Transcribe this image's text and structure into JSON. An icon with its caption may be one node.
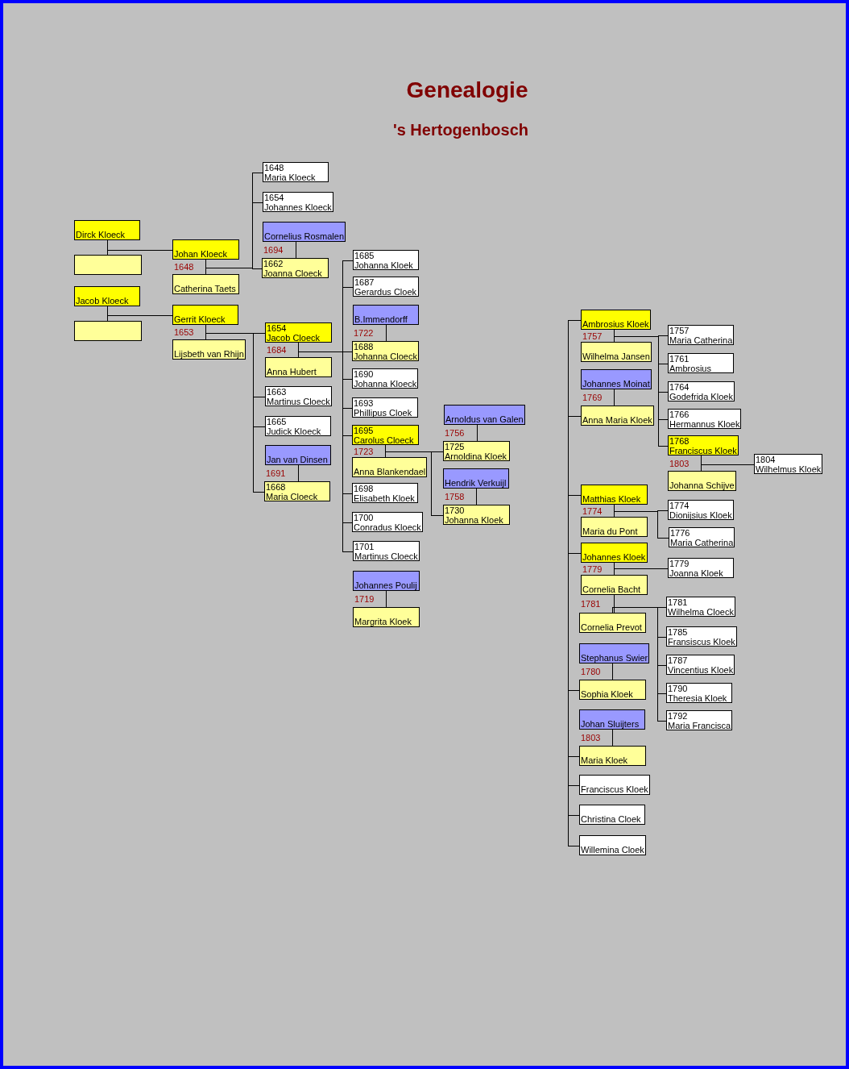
{
  "diagram": {
    "title": "Genealogie",
    "nodes": [
      {
        "text": [
          "Dirck Kloeck"
        ]
      },
      {
        "text": [],
        "shape": "box"
      },
      {
        "text": [
          "Johan Kloeck"
        ]
      },
      {
        "text": [
          "Catherina Taets"
        ]
      },
      {
        "text": [
          "Jacob Kloeck"
        ]
      },
      {
        "text": [],
        "shape": "box"
      },
      {
        "text": [
          "Gerrit Kloeck"
        ]
      },
      {
        "text": [
          "Lijsbeth van Rhijn"
        ]
      },
      {
        "text": [
          "1648",
          "Maria Kloeck"
        ]
      },
      {
        "text": [
          "1654",
          "Johannes Kloeck"
        ]
      },
      {
        "text": [
          "Cornelius Rosmalen"
        ]
      },
      {
        "text": [
          "1662",
          "Joanna Cloeck"
        ]
      },
      {
        "text": [
          "1654",
          "Jacob Cloeck"
        ]
      },
      {
        "text": [
          "Anna Hubert"
        ]
      },
      {
        "text": [
          "1663",
          "Martinus Cloeck"
        ]
      },
      {
        "text": [
          "1665",
          "Judick Kloeck"
        ]
      },
      {
        "text": [
          "Jan van Dinsen"
        ]
      },
      {
        "text": [
          "1668",
          "Maria Cloeck"
        ]
      },
      {
        "text": [
          "1685",
          "Johanna Kloek"
        ]
      },
      {
        "text": [
          "1687",
          "Gerardus Cloek"
        ]
      },
      {
        "text": [
          "B.Immendorff"
        ]
      },
      {
        "text": [
          "1688",
          "Johanna Cloeck"
        ]
      },
      {
        "text": [
          "1690",
          "Johanna Kloeck"
        ]
      },
      {
        "text": [
          "1693",
          "Phillipus Cloek"
        ]
      },
      {
        "text": [
          "1695",
          "Carolus Cloeck"
        ]
      },
      {
        "text": [
          "Anna Blankendael"
        ]
      },
      {
        "text": [
          "1698",
          "Elisabeth Kloek"
        ]
      },
      {
        "text": [
          "1700",
          "Conradus Kloeck"
        ]
      },
      {
        "text": [
          "1701",
          "Martinus Cloeck"
        ]
      },
      {
        "text": [
          "Johannes Poulij"
        ]
      },
      {
        "text": [
          "Margrita Kloek"
        ]
      },
      {
        "text": [
          "Arnoldus van Galen"
        ]
      },
      {
        "text": [
          "1725",
          "Arnoldina Kloek"
        ]
      },
      {
        "text": [
          "Hendrik Verkuijl"
        ]
      },
      {
        "text": [
          "1730",
          "Johanna Kloek"
        ]
      },
      {
        "text": [
          "Ambrosius Kloek"
        ]
      },
      {
        "text": [
          "Wilhelma Jansen"
        ]
      },
      {
        "text": [
          "Johannes Moinat"
        ]
      },
      {
        "text": [
          "Anna Maria Kloek"
        ]
      },
      {
        "text": [
          "1757",
          "Maria Catherina"
        ]
      },
      {
        "text": [
          "1761",
          "Ambrosius"
        ]
      },
      {
        "text": [
          "1764",
          "Godefrida Kloek"
        ]
      },
      {
        "text": [
          "1766",
          "Hermannus Kloek"
        ]
      },
      {
        "text": [
          "1768",
          "Franciscus Kloek"
        ]
      },
      {
        "text": [
          "Johanna Schijve"
        ]
      },
      {
        "text": [
          "1804",
          "Wilhelmus Kloek"
        ]
      },
      {
        "text": [
          "Matthias Kloek"
        ]
      },
      {
        "text": [
          "Maria du Pont"
        ]
      },
      {
        "text": [
          "1774",
          "Dionijsius Kloek"
        ]
      },
      {
        "text": [
          "1776",
          "Maria Catherina"
        ]
      },
      {
        "text": [
          "Johannes Kloek"
        ]
      },
      {
        "text": [
          "Cornelia Bacht"
        ]
      },
      {
        "text": [
          "1779",
          "Joanna Kloek"
        ]
      },
      {
        "text": [
          "Cornelia Prevot"
        ]
      },
      {
        "text": [
          "1781",
          "Wilhelma Cloeck"
        ]
      },
      {
        "text": [
          "1785",
          "Fransiscus Kloek"
        ]
      },
      {
        "text": [
          "1787",
          "Vincentius Kloek"
        ]
      },
      {
        "text": [
          "1790",
          "Theresia Kloek"
        ]
      },
      {
        "text": [
          "1792",
          "Maria Francisca"
        ]
      },
      {
        "text": [
          "Stephanus Swier"
        ]
      },
      {
        "text": [
          "Sophia Kloek"
        ]
      },
      {
        "text": [
          "Johan Sluijters"
        ]
      },
      {
        "text": [
          "Maria Kloek"
        ]
      },
      {
        "text": [
          "Franciscus Kloek"
        ]
      },
      {
        "text": [
          "Christina Cloek"
        ]
      },
      {
        "text": [
          "Willemina Cloek"
        ]
      }
    ],
    "edges": [
      {
        "from": 0,
        "to": 1,
        "arrow": "none"
      },
      {
        "from": 2,
        "to": 3,
        "arrow": "none",
        "label": "1648"
      },
      {
        "from": 4,
        "to": 5,
        "arrow": "none"
      },
      {
        "from": 6,
        "to": 7,
        "arrow": "none",
        "label": "1653"
      },
      {
        "from": 10,
        "to": 11,
        "arrow": "none",
        "label": "1694"
      },
      {
        "from": 12,
        "to": 13,
        "arrow": "none",
        "label": "1684"
      },
      {
        "from": 16,
        "to": 17,
        "arrow": "none",
        "label": "1691"
      },
      {
        "from": 20,
        "to": 21,
        "arrow": "none",
        "label": "1722"
      },
      {
        "from": 24,
        "to": 25,
        "arrow": "none",
        "label": "1723"
      },
      {
        "from": 29,
        "to": 30,
        "arrow": "none",
        "label": "1719"
      },
      {
        "from": 31,
        "to": 32,
        "arrow": "none",
        "label": "1756"
      },
      {
        "from": 33,
        "to": 34,
        "arrow": "none",
        "label": "1758"
      },
      {
        "from": 35,
        "to": 36,
        "arrow": "none",
        "label": "1757"
      },
      {
        "from": 37,
        "to": 38,
        "arrow": "none",
        "label": "1769"
      },
      {
        "from": 43,
        "to": 44,
        "arrow": "none",
        "label": "1803"
      },
      {
        "from": 46,
        "to": 47,
        "arrow": "none",
        "label": "1774"
      },
      {
        "from": 50,
        "to": 51,
        "arrow": "none",
        "label": "1779"
      },
      {
        "from": 51,
        "to": 53,
        "arrow": "none",
        "label": "1781"
      },
      {
        "from": 59,
        "to": 60,
        "arrow": "none",
        "label": "1780"
      },
      {
        "from": 61,
        "to": 62,
        "arrow": "none",
        "label": "1803"
      },
      {
        "from": 0,
        "to": 2,
        "arrow": "none"
      },
      {
        "from": 4,
        "to": 6,
        "arrow": "none"
      },
      {
        "from": 2,
        "to": 8,
        "arrow": "none"
      },
      {
        "from": 2,
        "to": 9,
        "arrow": "none"
      },
      {
        "from": 2,
        "to": 11,
        "arrow": "none"
      },
      {
        "from": 6,
        "to": 12,
        "arrow": "none"
      },
      {
        "from": 6,
        "to": 14,
        "arrow": "none"
      },
      {
        "from": 6,
        "to": 15,
        "arrow": "none"
      },
      {
        "from": 6,
        "to": 17,
        "arrow": "none"
      },
      {
        "from": 12,
        "to": 18,
        "arrow": "none"
      },
      {
        "from": 12,
        "to": 19,
        "arrow": "none"
      },
      {
        "from": 12,
        "to": 21,
        "arrow": "none"
      },
      {
        "from": 12,
        "to": 22,
        "arrow": "none"
      },
      {
        "from": 12,
        "to": 23,
        "arrow": "none"
      },
      {
        "from": 12,
        "to": 24,
        "arrow": "none"
      },
      {
        "from": 12,
        "to": 26,
        "arrow": "none"
      },
      {
        "from": 12,
        "to": 27,
        "arrow": "none"
      },
      {
        "from": 12,
        "to": 28,
        "arrow": "none"
      },
      {
        "from": 24,
        "to": 32,
        "arrow": "none"
      },
      {
        "from": 24,
        "to": 34,
        "arrow": "none"
      },
      {
        "from": null,
        "to": 35,
        "arrow": "none"
      },
      {
        "from": null,
        "to": 38,
        "arrow": "none"
      },
      {
        "from": null,
        "to": 46,
        "arrow": "none"
      },
      {
        "from": null,
        "to": 50,
        "arrow": "none"
      },
      {
        "from": null,
        "to": 60,
        "arrow": "none"
      },
      {
        "from": null,
        "to": 62,
        "arrow": "none"
      },
      {
        "from": null,
        "to": 63,
        "arrow": "none"
      },
      {
        "from": null,
        "to": 64,
        "arrow": "none"
      },
      {
        "from": null,
        "to": 65,
        "arrow": "none"
      },
      {
        "from": 35,
        "to": 39,
        "arrow": "none"
      },
      {
        "from": 35,
        "to": 40,
        "arrow": "none"
      },
      {
        "from": 35,
        "to": 41,
        "arrow": "none"
      },
      {
        "from": 35,
        "to": 42,
        "arrow": "none"
      },
      {
        "from": 35,
        "to": 43,
        "arrow": "none"
      },
      {
        "from": 43,
        "to": 45,
        "arrow": "none"
      },
      {
        "from": 46,
        "to": 48,
        "arrow": "none"
      },
      {
        "from": 46,
        "to": 49,
        "arrow": "none"
      },
      {
        "from": 50,
        "to": 52,
        "arrow": "none"
      },
      {
        "from": 53,
        "to": 54,
        "arrow": "none"
      },
      {
        "from": 53,
        "to": 55,
        "arrow": "none"
      },
      {
        "from": 53,
        "to": 56,
        "arrow": "none"
      },
      {
        "from": 53,
        "to": 57,
        "arrow": "none"
      },
      {
        "from": 53,
        "to": 58,
        "arrow": "none"
      }
    ],
    "labels": [
      "'s Hertogenbosch"
    ]
  }
}
